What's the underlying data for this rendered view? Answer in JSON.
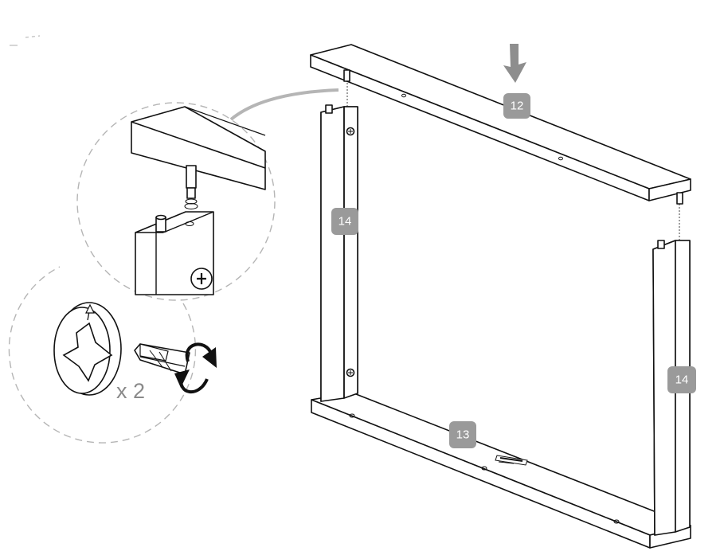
{
  "parts": {
    "top_rail": "12",
    "bottom_rail": "13",
    "left_post": "14",
    "right_post": "14"
  },
  "detail": {
    "quantity": "x 2"
  },
  "icons": {
    "push_arrow": "down-arrow-icon",
    "rotate": "clockwise-rotate-icon",
    "screw": "phillips-screw-icon",
    "screwdriver": "screwdriver-bit-icon"
  },
  "colors": {
    "badge": "#9a9a9a",
    "line": "#111111",
    "dash": "#b5b5b5"
  }
}
